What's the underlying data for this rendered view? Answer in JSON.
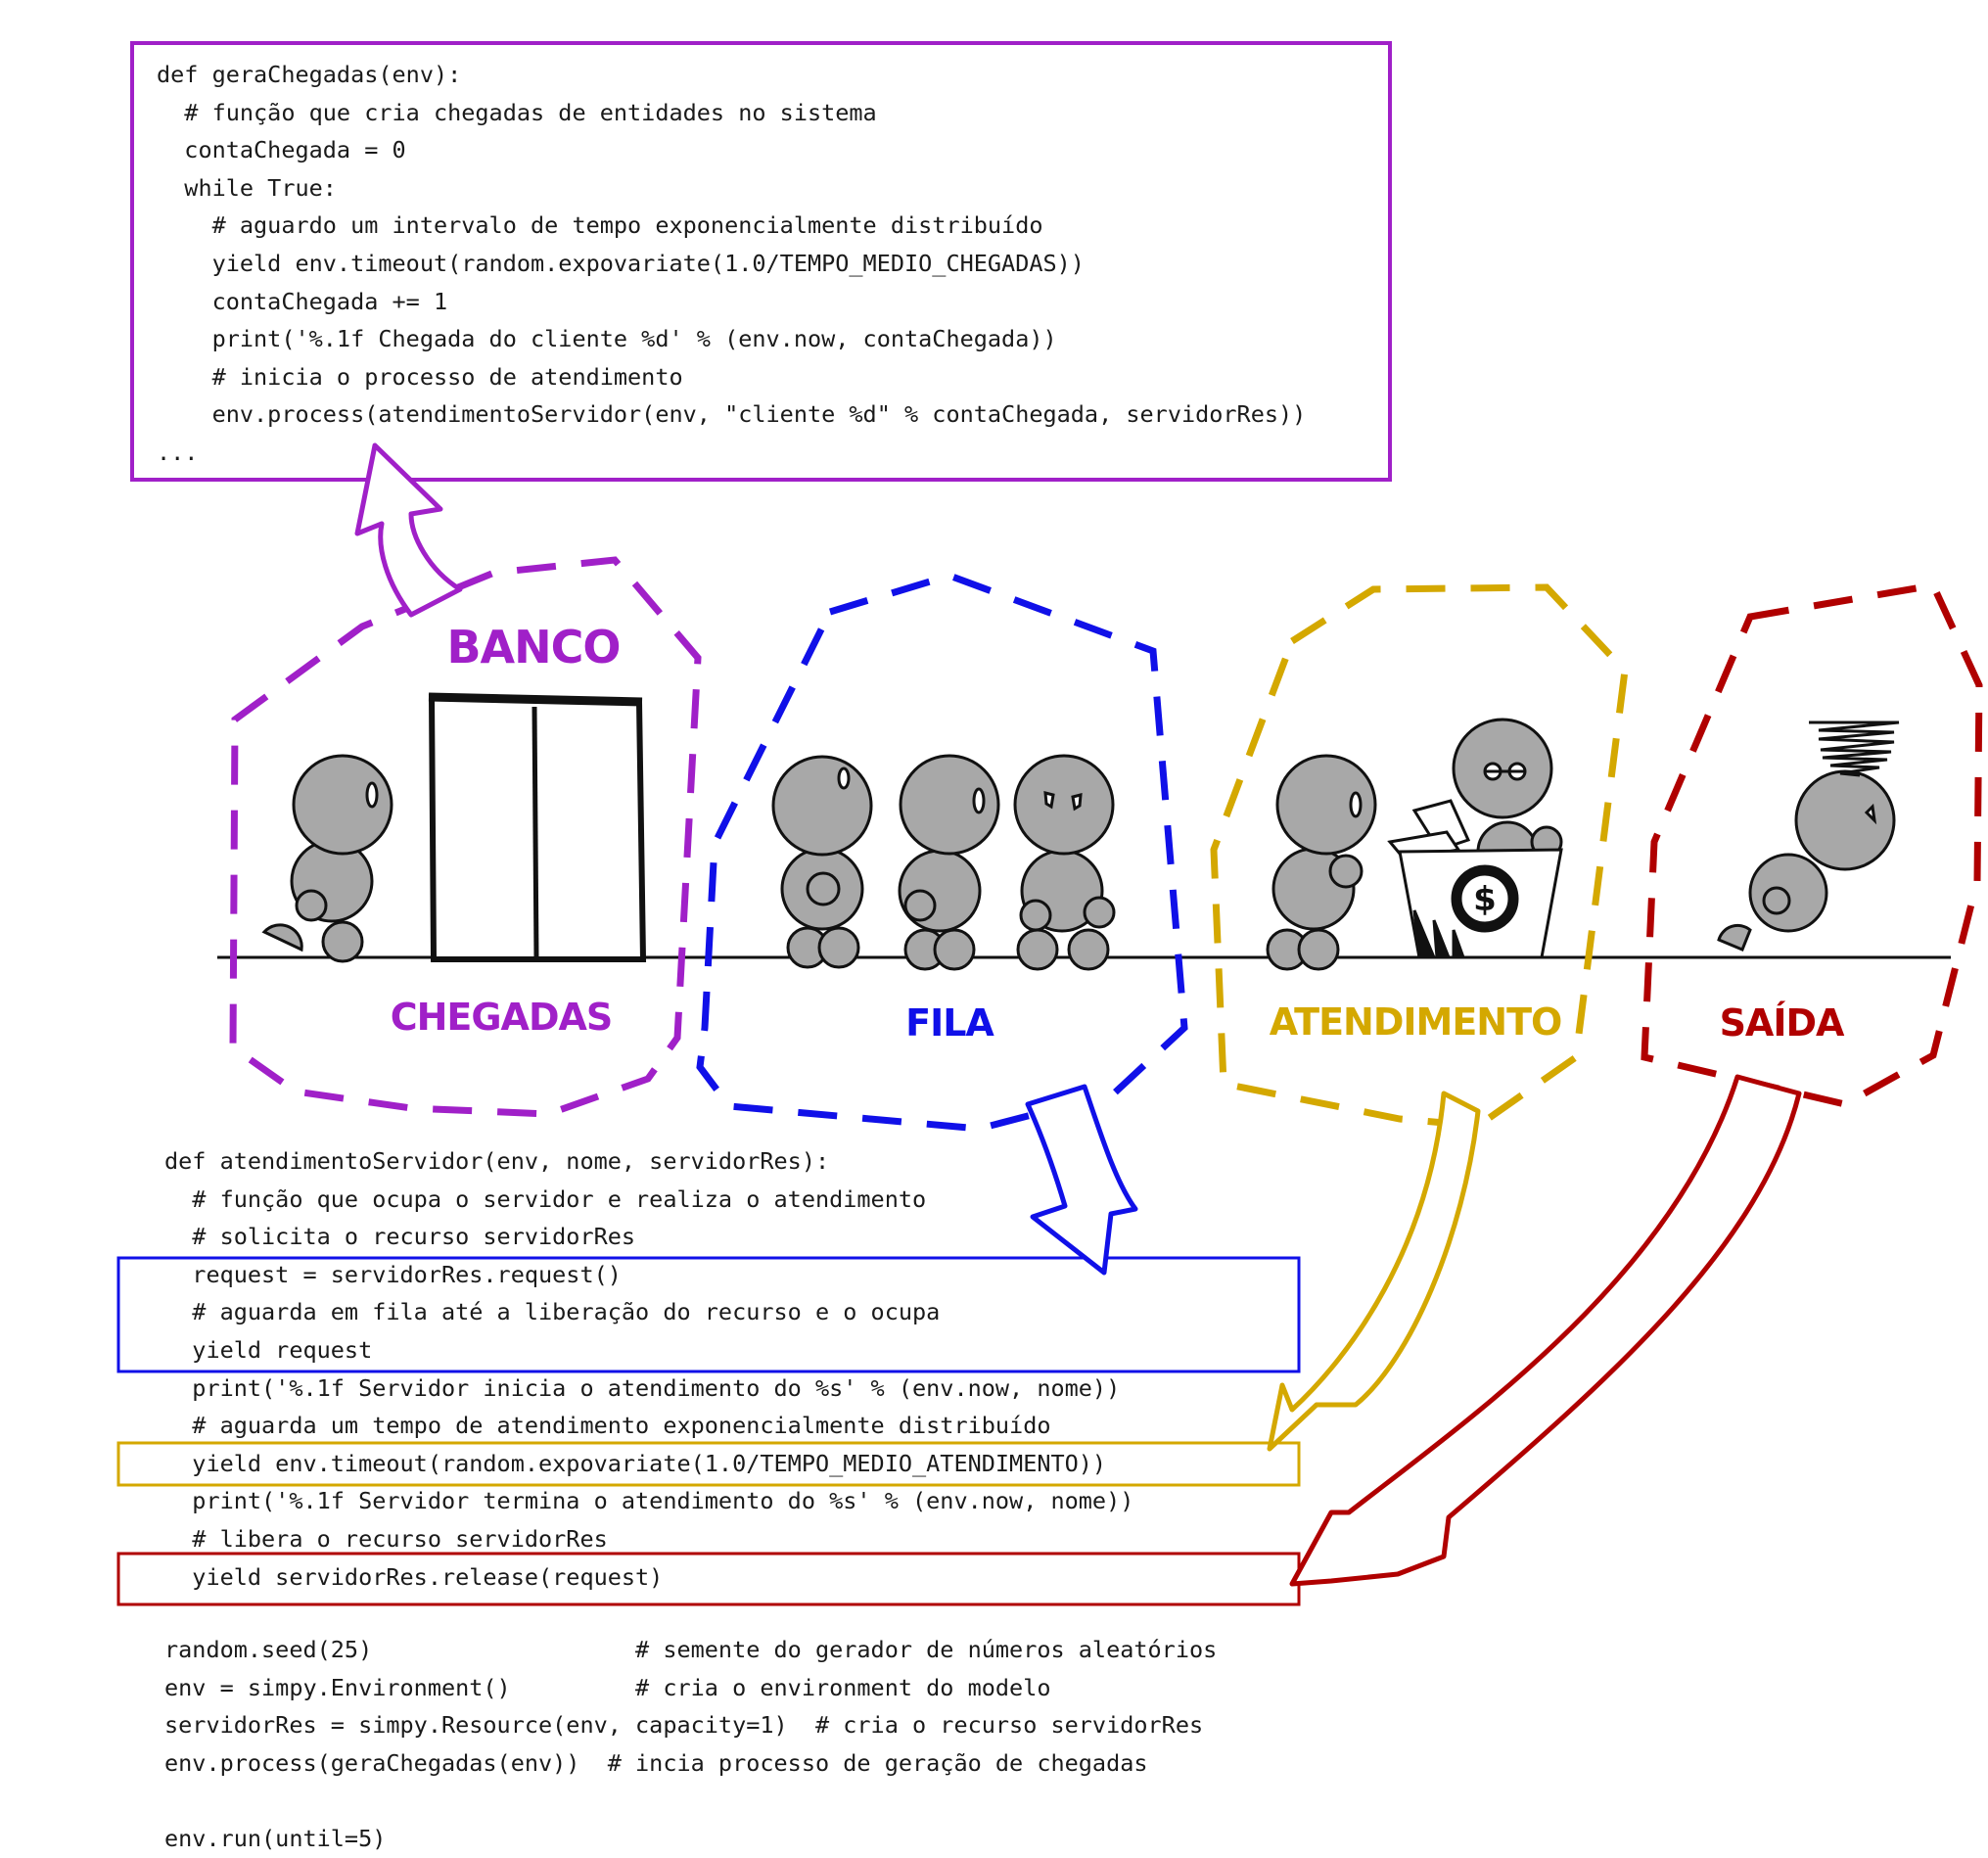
{
  "labels": {
    "banco": "BANCO",
    "chegadas": "CHEGADAS",
    "fila": "FILA",
    "atendimento": "ATENDIMENTO",
    "saida": "SAÍDA",
    "dollar": "$"
  },
  "colors": {
    "purple": "#a020c8",
    "blue": "#1010e8",
    "gold": "#d4a800",
    "red": "#b00000",
    "figure_fill": "#a8a8a8",
    "outline": "#111111"
  },
  "code_top": [
    "def geraChegadas(env):",
    "  # função que cria chegadas de entidades no sistema",
    "  contaChegada = 0",
    "  while True:",
    "    # aguardo um intervalo de tempo exponencialmente distribuído",
    "    yield env.timeout(random.expovariate(1.0/TEMPO_MEDIO_CHEGADAS))",
    "    contaChegada += 1",
    "    print('%.1f Chegada do cliente %d' % (env.now, contaChegada))",
    "    # inicia o processo de atendimento",
    "    env.process(atendimentoServidor(env, \"cliente %d\" % contaChegada, servidorRes))",
    "..."
  ],
  "code_mid": [
    "def atendimentoServidor(env, nome, servidorRes):",
    "  # função que ocupa o servidor e realiza o atendimento",
    "  # solicita o recurso servidorRes",
    "  request = servidorRes.request()",
    "  # aguarda em fila até a liberação do recurso e o ocupa",
    "  yield request",
    "  print('%.1f Servidor inicia o atendimento do %s' % (env.now, nome))",
    "  # aguarda um tempo de atendimento exponencialmente distribuído",
    "  yield env.timeout(random.expovariate(1.0/TEMPO_MEDIO_ATENDIMENTO))",
    "  print('%.1f Servidor termina o atendimento do %s' % (env.now, nome))",
    "  # libera o recurso servidorRes",
    "  yield servidorRes.release(request)"
  ],
  "code_bottom": [
    "random.seed(25)                   # semente do gerador de números aleatórios",
    "env = simpy.Environment()         # cria o environment do modelo",
    "servidorRes = simpy.Resource(env, capacity=1)  # cria o recurso servidorRes",
    "env.process(geraChegadas(env))  # incia processo de geração de chegadas",
    "",
    "env.run(until=5)"
  ]
}
